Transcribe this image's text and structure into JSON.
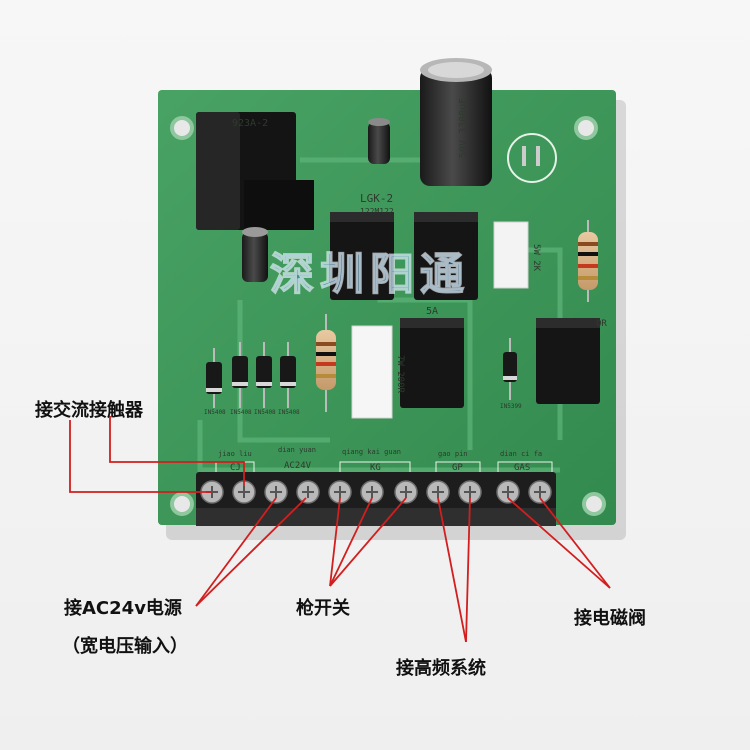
{
  "watermark": "深圳阳通",
  "board": {
    "relay_label": "923A-2",
    "cap_label_top": "LGK-2",
    "cap_label_sub": "122M122",
    "fuse_label": "5A",
    "or_label": "OR",
    "diode_right_label": "IN5399",
    "diode_labels": [
      "IN5408",
      "IN5408",
      "IN5408",
      "IN5408"
    ],
    "resistor_label": "5W 2K",
    "resistor_big_label": "7W 200R",
    "cap_big_label": "50V 3300uF",
    "silk": [
      {
        "pinyin": "jiao liu",
        "label": "CJ"
      },
      {
        "pinyin": "dian yuan",
        "label": "AC24V"
      },
      {
        "pinyin": "qiang kai guan",
        "label": "KG"
      },
      {
        "pinyin": "gao pin",
        "label": "GP"
      },
      {
        "pinyin": "dian ci fa",
        "label": "GAS"
      }
    ]
  },
  "callouts": {
    "contactor": "接交流接触器",
    "power": "接AC24v电源",
    "power_note": "（宽电压输入）",
    "gun_switch": "枪开关",
    "hf_system": "接高频系统",
    "solenoid": "接电磁阀"
  },
  "colors": {
    "pcb": "#2f8a4a",
    "line": "#d21e1e",
    "terminal": "#2a2a2a"
  }
}
